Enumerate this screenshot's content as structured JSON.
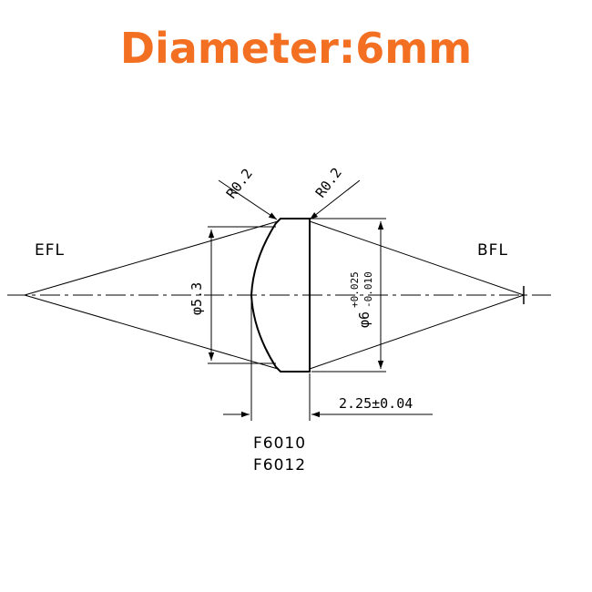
{
  "title": "Diameter:6mm",
  "labels": {
    "efl": "EFL",
    "bfl": "BFL",
    "radius_left": "R0.2",
    "radius_right": "R0.2",
    "inner_diameter": "φ5.3",
    "outer_diameter_base": "φ6",
    "tol_upper": "+0.025",
    "tol_lower": "-0.010",
    "thickness": "2.25±0.04"
  },
  "models": [
    "F6010",
    "F6012"
  ],
  "colors": {
    "title": "#f36f21",
    "line": "#000000"
  }
}
